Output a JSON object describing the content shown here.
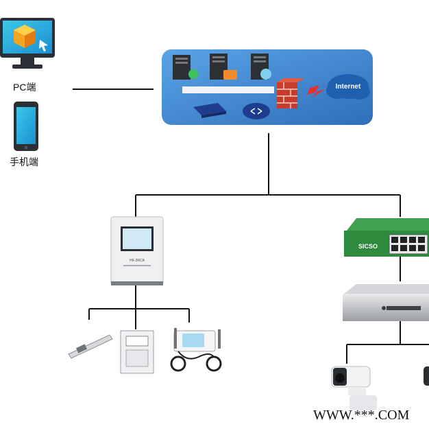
{
  "clients": {
    "pc_label": "PC端",
    "mobile_label": "手机端"
  },
  "network": {
    "internet_label": "Internet"
  },
  "monitor_device": {
    "model_label": "HK-2RCA"
  },
  "switch": {
    "brand_label": "SICSO"
  },
  "watermark": "WWW.***.COM",
  "icons": [
    "pc-icon",
    "phone-icon",
    "server-icon",
    "firewall-icon",
    "internet-cloud-icon",
    "router-icon",
    "camera-icon",
    "sensor-icon"
  ],
  "colors": {
    "line": "#111111",
    "network_panel": "#3f86cf",
    "switch_green": "#2e8b3e",
    "nvr_gray": "#8a8d92"
  }
}
